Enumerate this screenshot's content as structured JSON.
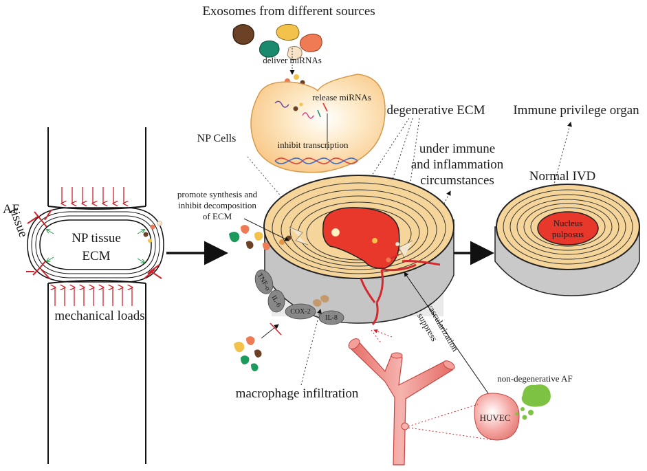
{
  "title": "Exosomes from different sources",
  "labels": {
    "deliver": "deliver miRNAs",
    "release": "release miRNAs",
    "np_cells": "NP Cells",
    "inhibit_transcription": "inhibit transcription",
    "degenerative_ecm": "degenerative ECM",
    "immune_privilege": "Immune privilege organ",
    "under_immune_1": "under immune",
    "under_immune_2": "and inflammation",
    "under_immune_3": "circumstances",
    "normal_ivd": "Normal IVD",
    "nucleus_1": "Nucleus",
    "nucleus_2": "pulposus",
    "promote_1": "promote synthesis and",
    "promote_2": "inhibit decomposition",
    "promote_3": "of ECM",
    "af_1": "AF",
    "af_2": "tissue",
    "np_tissue": "NP tissue",
    "ecm": "ECM",
    "mechanical": "mechanical loads",
    "tnf": "TNF-α",
    "il6": "IL-6",
    "cox2": "COX-2",
    "il8": "IL-8",
    "suppress_1": "suppress",
    "suppress_2": "vascularization",
    "non_degenerative": "non-degenerative AF",
    "huvec": "HUVEC",
    "macrophage": "macrophage infiltration"
  },
  "colors": {
    "nucleus_red": "#e8372b",
    "ring_beige": "#f6d59a",
    "cell_orange": "#fcd9a2",
    "disc_grey": "#c8c8c8",
    "vessel_red": "#e8908c",
    "green": "#7dc242",
    "arrow_red": "#d1212a"
  }
}
